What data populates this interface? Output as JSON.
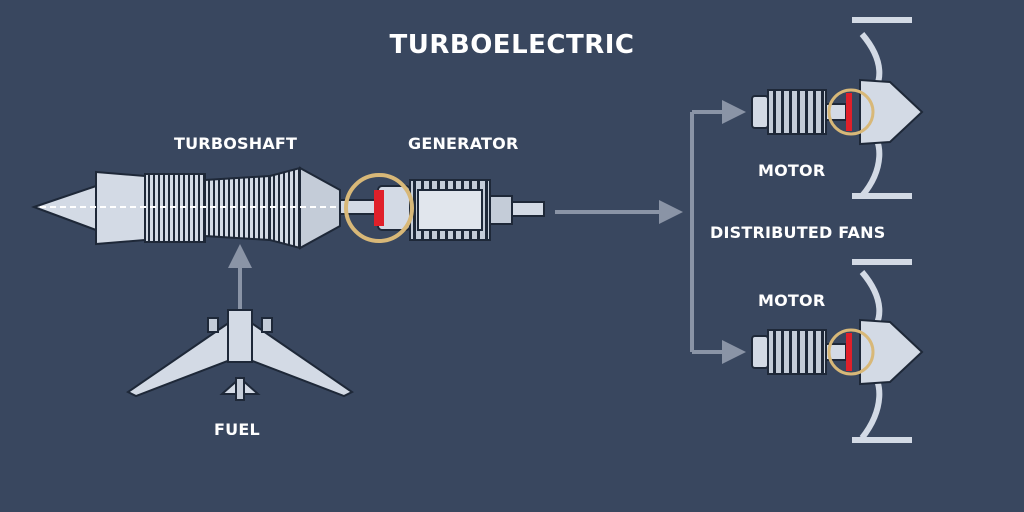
{
  "title": "TURBOELECTRIC",
  "labels": {
    "turboshaft": "TURBOSHAFT",
    "generator": "GENERATOR",
    "fuel": "FUEL",
    "motor_top": "MOTOR",
    "motor_bottom": "MOTOR",
    "distributed_fans": "DISTRIBUTED FANS"
  },
  "colors": {
    "background": "#39475f",
    "arrow": "#8a94a6",
    "machine_fill": "#d3dae5",
    "machine_dark": "#1e2838",
    "highlight_ring": "#d8b878",
    "rotor_red": "#e0202a"
  },
  "icons": [
    "turboshaft-engine-icon",
    "generator-icon",
    "aircraft-fuel-icon",
    "electric-motor-icon",
    "ducted-fan-icon"
  ]
}
